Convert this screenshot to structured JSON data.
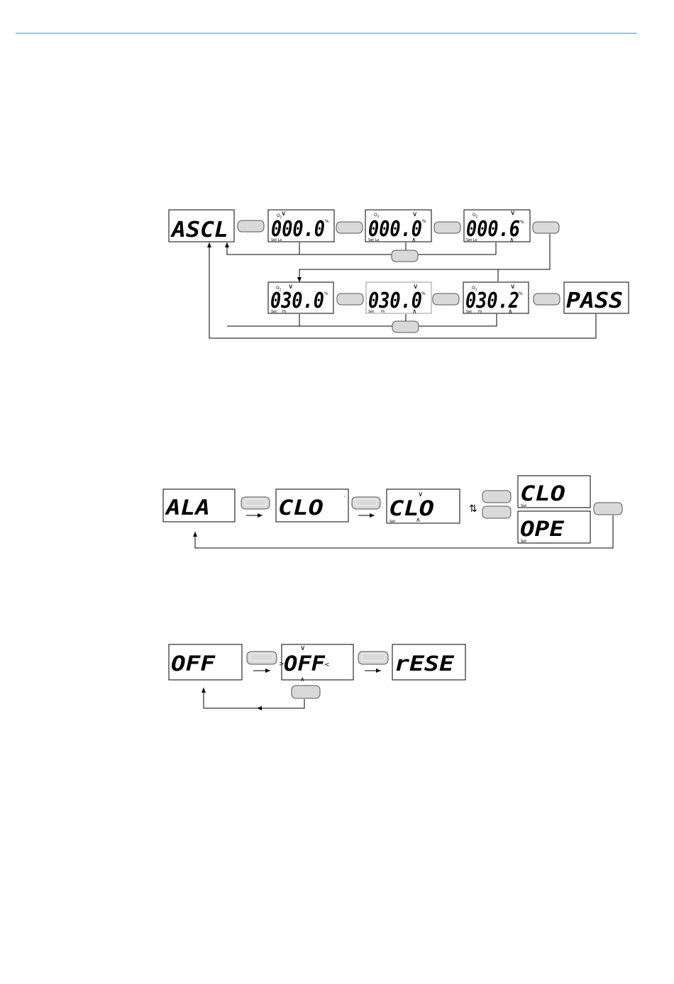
{
  "colors": {
    "header_rule": "#5aa5e6",
    "button_fill": "#d9d9d9",
    "line": "#000000"
  },
  "ascl_flow": {
    "ascl": "ASCL",
    "lo_1": {
      "value": "000.0",
      "o2": "O",
      "o2_sub": "2",
      "unit": "%",
      "set": "Set Lo"
    },
    "lo_2": {
      "value": "000.0",
      "o2": "O",
      "o2_sub": "2",
      "unit": "%",
      "set": "Set Lo"
    },
    "lo_3": {
      "value": "000.6",
      "o2": "O",
      "o2_sub": "2",
      "unit": "%",
      "set": "Set Lo"
    },
    "hi_1": {
      "value": "030.0",
      "o2": "O",
      "o2_sub": "2",
      "unit": "%",
      "set": "Set",
      "hi": "Hi"
    },
    "hi_2": {
      "value": "030.0",
      "unit": "%",
      "set": "Set",
      "hi": "Hi"
    },
    "hi_3": {
      "value": "030.2",
      "o2": "O",
      "o2_sub": "2",
      "unit": "%",
      "set": "Set",
      "hi": "Hi"
    },
    "pass": "PASS"
  },
  "ala_flow": {
    "ala": "ALA",
    "clo_1": "CLO",
    "clo_2": {
      "value": "CLO",
      "set": "Set"
    },
    "clo_3": {
      "value": "CLO",
      "set": "Set"
    },
    "ope": {
      "value": "OPE",
      "set": "Set"
    }
  },
  "off_flow": {
    "off_1": "OFF",
    "off_2": "OFF",
    "rese": "rESE"
  }
}
